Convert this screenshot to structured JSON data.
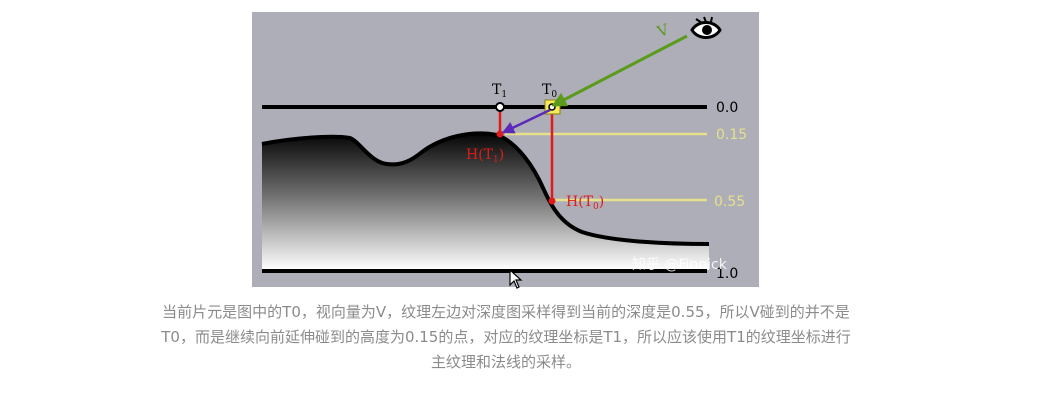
{
  "figure": {
    "view_label": "V",
    "depth_labels": {
      "top": "0.0",
      "l015": "0.15",
      "l055": "0.55",
      "bottom": "1.0"
    },
    "tex_labels": {
      "t1_main": "T",
      "t1_sub": "1",
      "t0_main": "T",
      "t0_sub": "0"
    },
    "height_labels": {
      "h1_pre": "H(T",
      "h1_sub": "1",
      "h1_post": ")",
      "h0_pre": "H(T",
      "h0_sub": "0",
      "h0_post": ")"
    },
    "watermark": "知乎 @Finnick",
    "colors": {
      "background": "#aeaeb8",
      "view_arrow": "#5a9a1c",
      "offset_arrow": "#5b2ab8",
      "height_line": "#e01b1b",
      "guide_line": "#e6e08a",
      "depth_line": "#000000",
      "marker_fill": "#f4ea5a"
    }
  },
  "caption": {
    "line1": "当前片元是图中的T0，视向量为V，纹理左边对深度图采样得到当前的深度是0.55，所以V碰到的并不是",
    "line2": "T0，而是继续向前延伸碰到的高度为0.15的点，对应的纹理坐标是T1，所以应该使用T1的纹理坐标进行",
    "line3": "主纹理和法线的采样。"
  }
}
